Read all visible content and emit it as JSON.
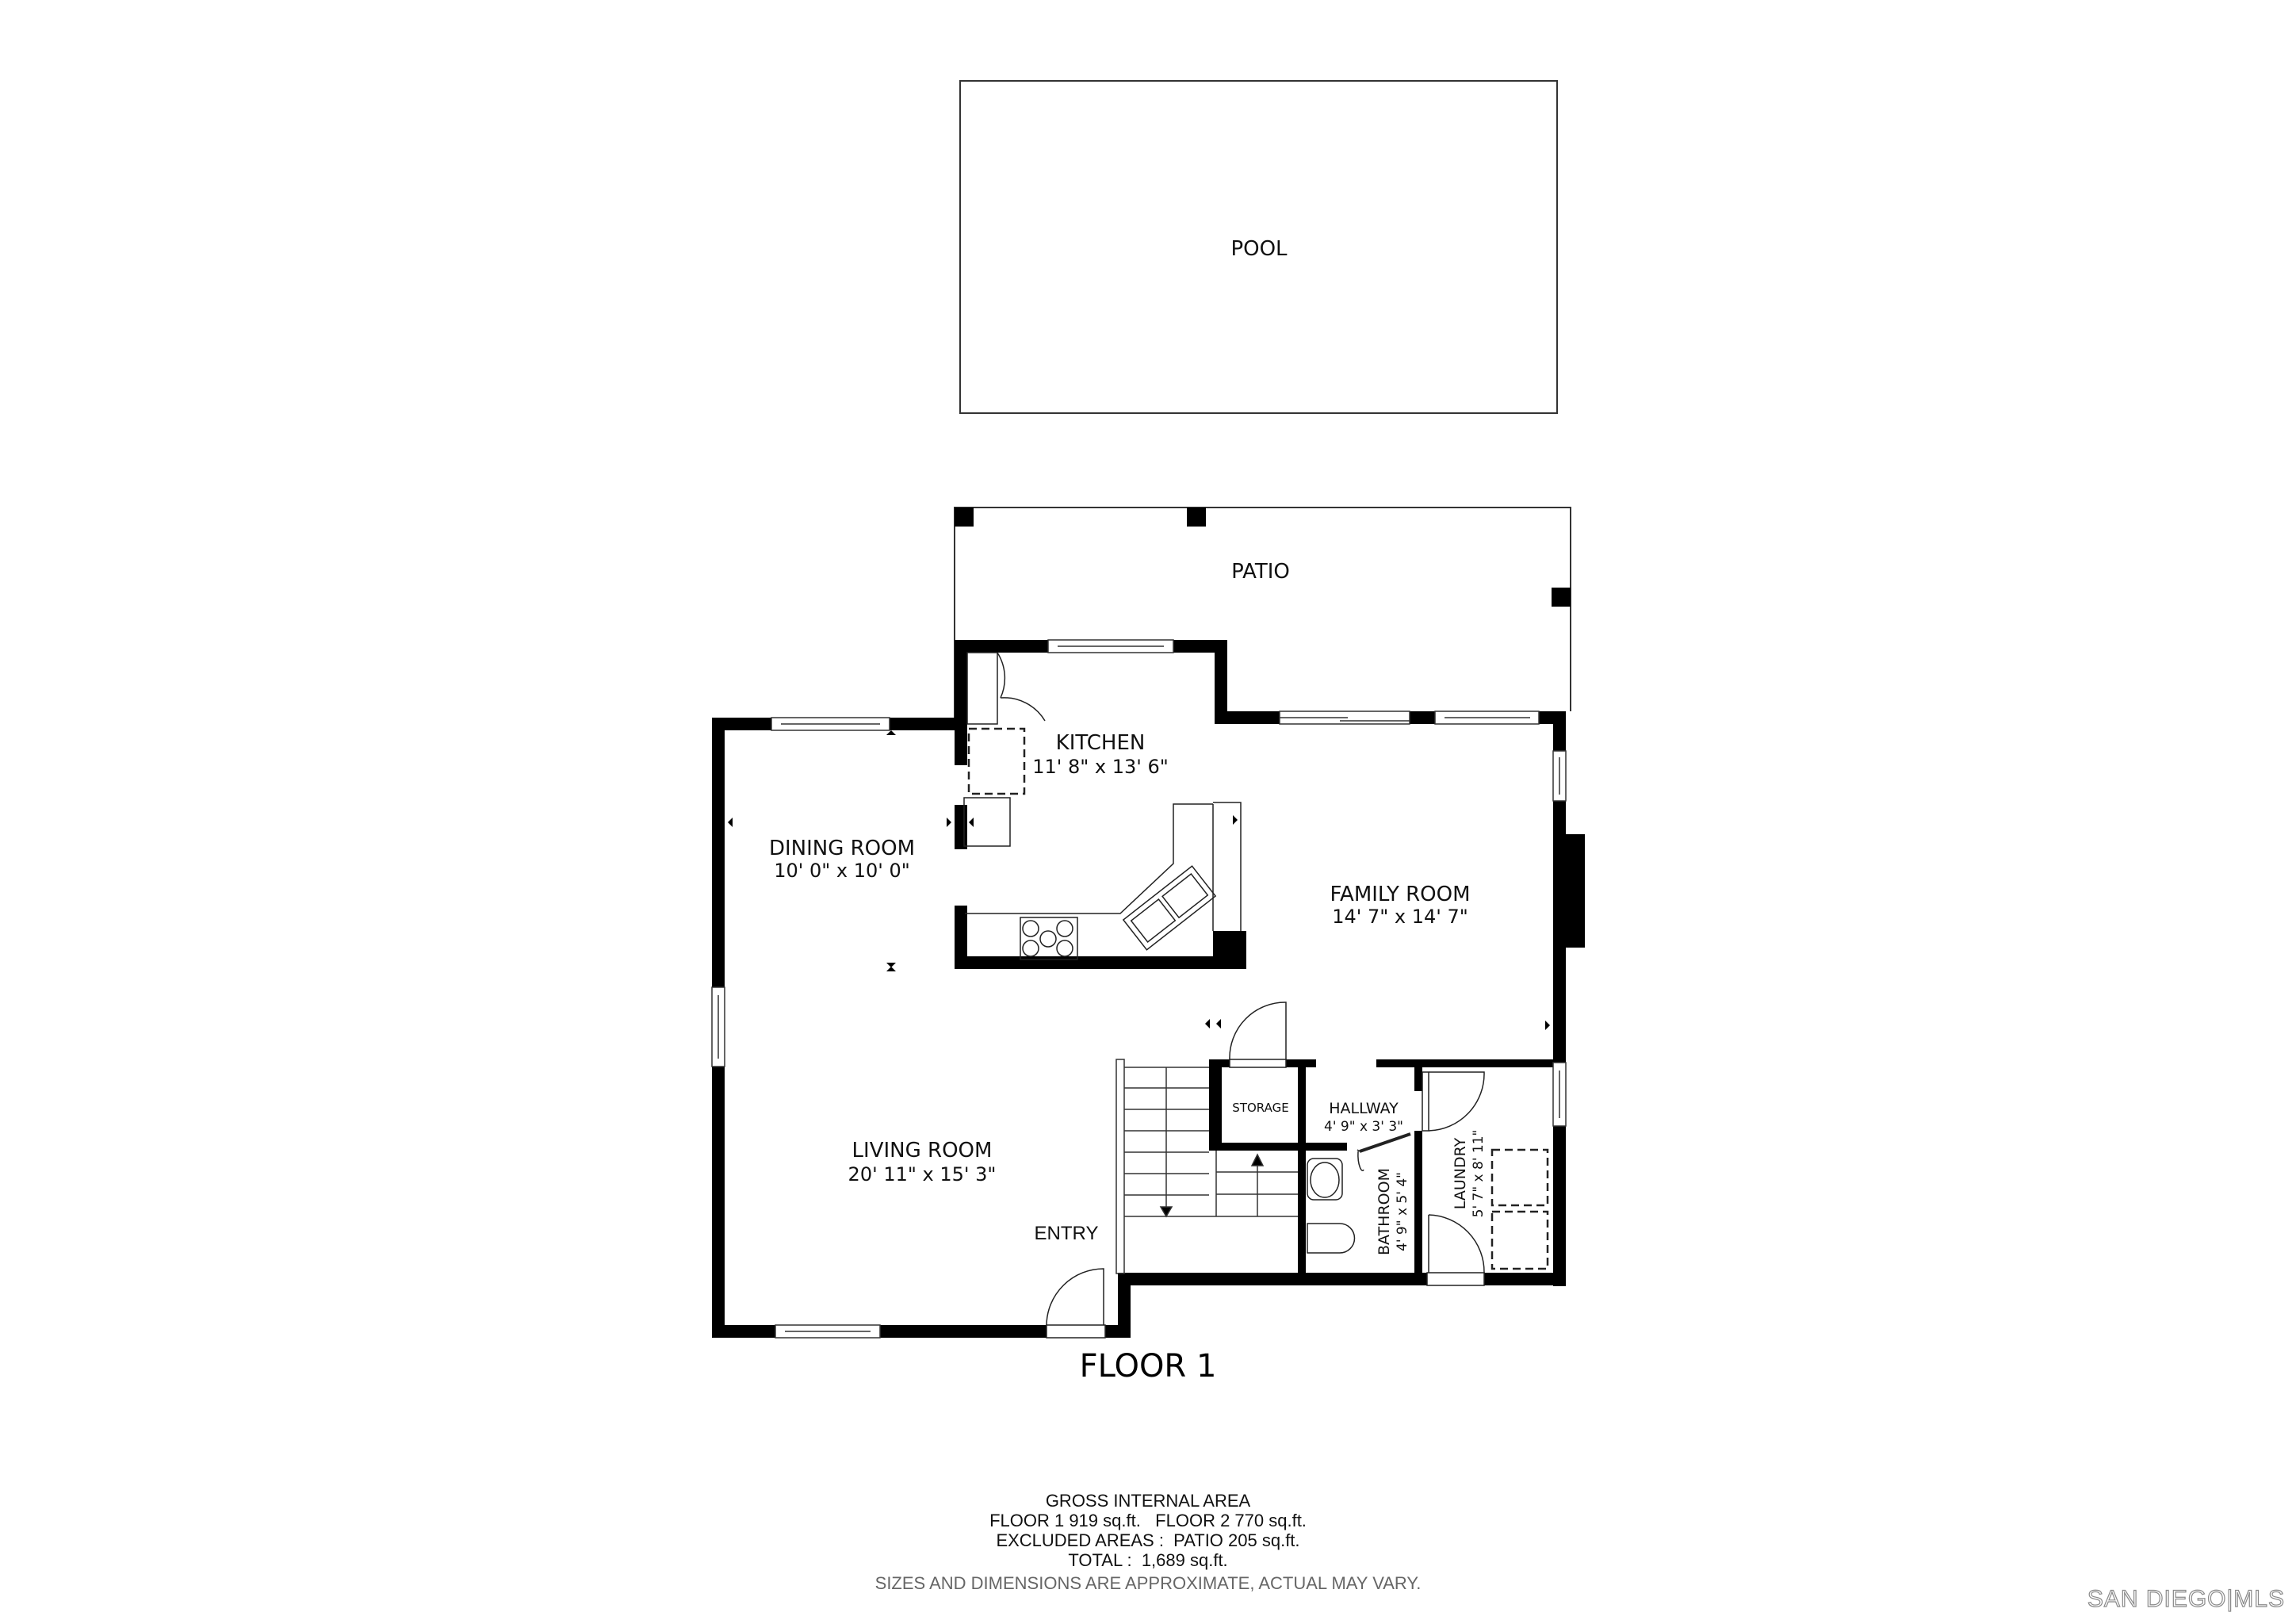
{
  "plan": {
    "floor_title": "FLOOR 1",
    "areas": {
      "pool": {
        "name": "POOL"
      },
      "patio": {
        "name": "PATIO"
      },
      "kitchen": {
        "name": "KITCHEN",
        "dims": "11' 8\" x 13' 6\""
      },
      "dining_room": {
        "name": "DINING ROOM",
        "dims": "10' 0\" x 10' 0\""
      },
      "family_room": {
        "name": "FAMILY ROOM",
        "dims": "14' 7\" x 14' 7\""
      },
      "living_room": {
        "name": "LIVING ROOM",
        "dims": "20' 11\" x 15' 3\""
      },
      "entry": {
        "name": "ENTRY"
      },
      "storage": {
        "name": "STORAGE"
      },
      "hallway": {
        "name": "HALLWAY",
        "dims": "4' 9\" x 3' 3\""
      },
      "bathroom": {
        "name": "BATHROOM",
        "dims": "4' 9\" x 5' 4\""
      },
      "laundry": {
        "name": "LAUNDRY",
        "dims": "5' 7\" x 8' 11\""
      }
    }
  },
  "footer": {
    "heading": "GROSS INTERNAL AREA",
    "floors_line": "FLOOR 1 919 sq.ft.   FLOOR 2 770 sq.ft.",
    "excluded_line": "EXCLUDED AREAS :  PATIO 205 sq.ft.",
    "total_line": "TOTAL :  1,689 sq.ft.",
    "disclaimer": "SIZES AND DIMENSIONS ARE APPROXIMATE, ACTUAL MAY VARY."
  },
  "brand": {
    "text": "SAN DIEGO|MLS"
  },
  "colors": {
    "wall": "#000000",
    "outline": "#333333",
    "disclaimer": "#666666",
    "brand": "#8a8a8a"
  }
}
